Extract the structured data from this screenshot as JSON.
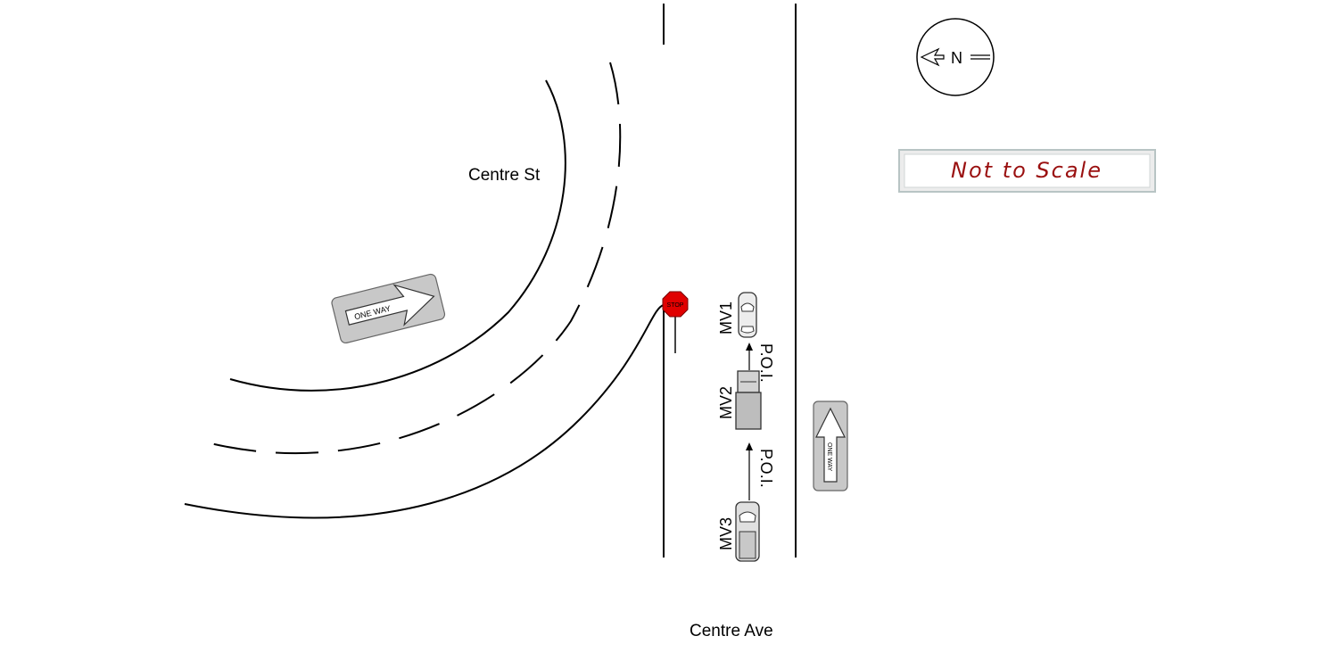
{
  "streets": {
    "curved": "Centre St",
    "straight": "Centre Ave"
  },
  "north_arrow": {
    "label": "N",
    "direction": "left"
  },
  "scale_note": "Not to Scale",
  "signs": {
    "one_way_curve": "ONE WAY",
    "one_way_ave": "ONE WAY",
    "stop": "STOP"
  },
  "vehicles": [
    {
      "label": "MV1",
      "type": "car"
    },
    {
      "label": "MV2",
      "type": "truck"
    },
    {
      "label": "MV3",
      "type": "pickup"
    }
  ],
  "impacts": [
    {
      "label": "P.O.I."
    },
    {
      "label": "P.O.I."
    }
  ],
  "colors": {
    "stop_sign": "#e00000",
    "sign_gray": "#c8c8c8",
    "scale_text": "#9a1010"
  }
}
